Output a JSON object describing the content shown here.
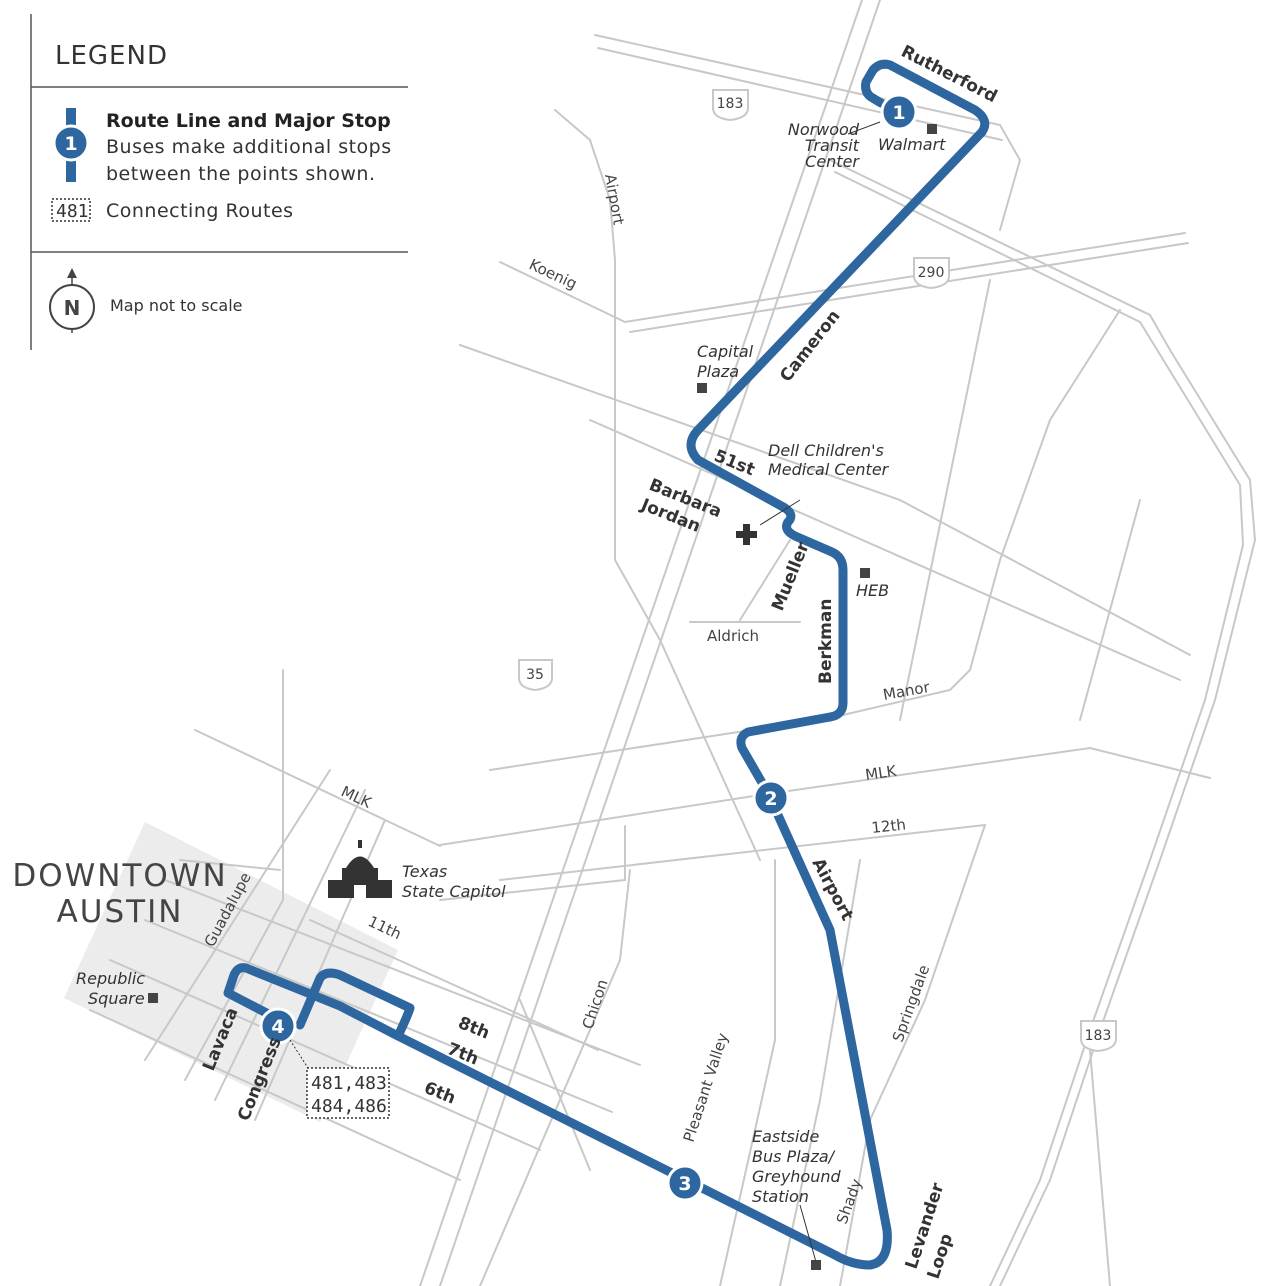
{
  "colors": {
    "route": "#2e66a0",
    "street": "#c8c8c8",
    "downtown_shade": "#ececec",
    "text": "#333333"
  },
  "legend": {
    "title": "LEGEND",
    "route_title": "Route Line and Major Stop",
    "route_desc_1": "Buses make additional stops",
    "route_desc_2": "between the points shown.",
    "route_icon_number": "1",
    "connecting_box": "481",
    "connecting_label": "Connecting Routes",
    "compass_letter": "N",
    "scale_note": "Map not to scale"
  },
  "downtown": {
    "line1": "DOWNTOWN",
    "line2": "AUSTIN"
  },
  "stops": [
    {
      "number": "1"
    },
    {
      "number": "2"
    },
    {
      "number": "3"
    },
    {
      "number": "4"
    }
  ],
  "highways": [
    {
      "label": "183"
    },
    {
      "label": "290"
    },
    {
      "label": "35"
    },
    {
      "label": "183"
    }
  ],
  "route_streets": {
    "rutherford": "Rutherford",
    "cameron": "Cameron",
    "fifty_first": "51st",
    "barbara": "Barbara",
    "jordan": "Jordan",
    "mueller": "Mueller",
    "berkman": "Berkman",
    "airport": "Airport",
    "levander": "Levander",
    "loop": "Loop",
    "eighth": "8th",
    "seventh": "7th",
    "sixth": "6th",
    "lavaca": "Lavaca",
    "congress": "Congress"
  },
  "streets": {
    "airport_north": "Airport",
    "koenig": "Koenig",
    "aldrich": "Aldrich",
    "manor": "Manor",
    "mlk_east": "MLK",
    "twelfth": "12th",
    "mlk_west": "MLK",
    "eleventh": "11th",
    "guadalupe": "Guadalupe",
    "chicon": "Chicon",
    "pleasant_valley": "Pleasant Valley",
    "springdale": "Springdale",
    "shady": "Shady"
  },
  "places": {
    "norwood_1": "Norwood",
    "norwood_2": "Transit",
    "norwood_3": "Center",
    "walmart": "Walmart",
    "capital_1": "Capital",
    "capital_2": "Plaza",
    "dell_1": "Dell Children's",
    "dell_2": "Medical Center",
    "heb": "HEB",
    "capitol_1": "Texas",
    "capitol_2": "State Capitol",
    "republic_1": "Republic",
    "republic_2": "Square",
    "eastside_1": "Eastside",
    "eastside_2": "Bus Plaza/",
    "eastside_3": "Greyhound",
    "eastside_4": "Station"
  },
  "connecting_routes": {
    "line1": "481,483",
    "line2": "484,486"
  }
}
